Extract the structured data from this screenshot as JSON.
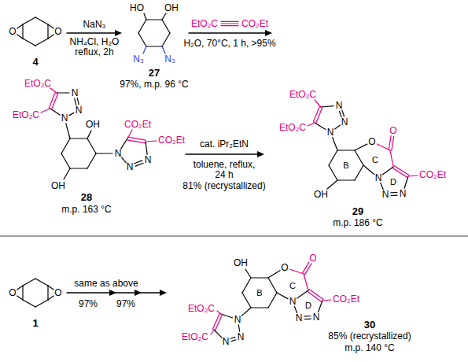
{
  "diagram": {
    "labels": [
      "O",
      "O",
      "4",
      "NaN₃",
      "NH₄Cl, H₂O",
      "reflux, 2h",
      "HO",
      "OH",
      "N₃",
      "N₃",
      "27",
      "97%, m.p. 96 °C",
      "EtO₂C",
      "CO₂Et",
      "H₂O, 70°C, 1 h, >95%",
      "N",
      "N",
      "N",
      "EtO₂C",
      "EtO₂C",
      "N",
      "N",
      "N",
      "CO₂Et",
      "CO₂Et",
      "OH",
      "OH",
      "28",
      "m.p. 163 °C",
      "cat. iPr₂EtN",
      "toluene, reflux,",
      "24 h",
      "81% (recrystallized)",
      "N",
      "N",
      "N",
      "EtO₂C",
      "EtO₂C",
      "OH",
      "O",
      "O",
      "N",
      "N",
      "N",
      "CO₂Et",
      "B",
      "C",
      "D",
      "29",
      "m.p. 186 °C",
      "O",
      "O",
      "1",
      "same as above",
      "97%",
      "97%",
      "OH",
      "O",
      "O",
      "N",
      "N",
      "N",
      "CO₂Et",
      "B",
      "C",
      "D",
      "N",
      "N",
      "N",
      "EtO₂C",
      "EtO₂C",
      "30",
      "85% (recrystallized)",
      "m.p. 140 °C"
    ]
  }
}
